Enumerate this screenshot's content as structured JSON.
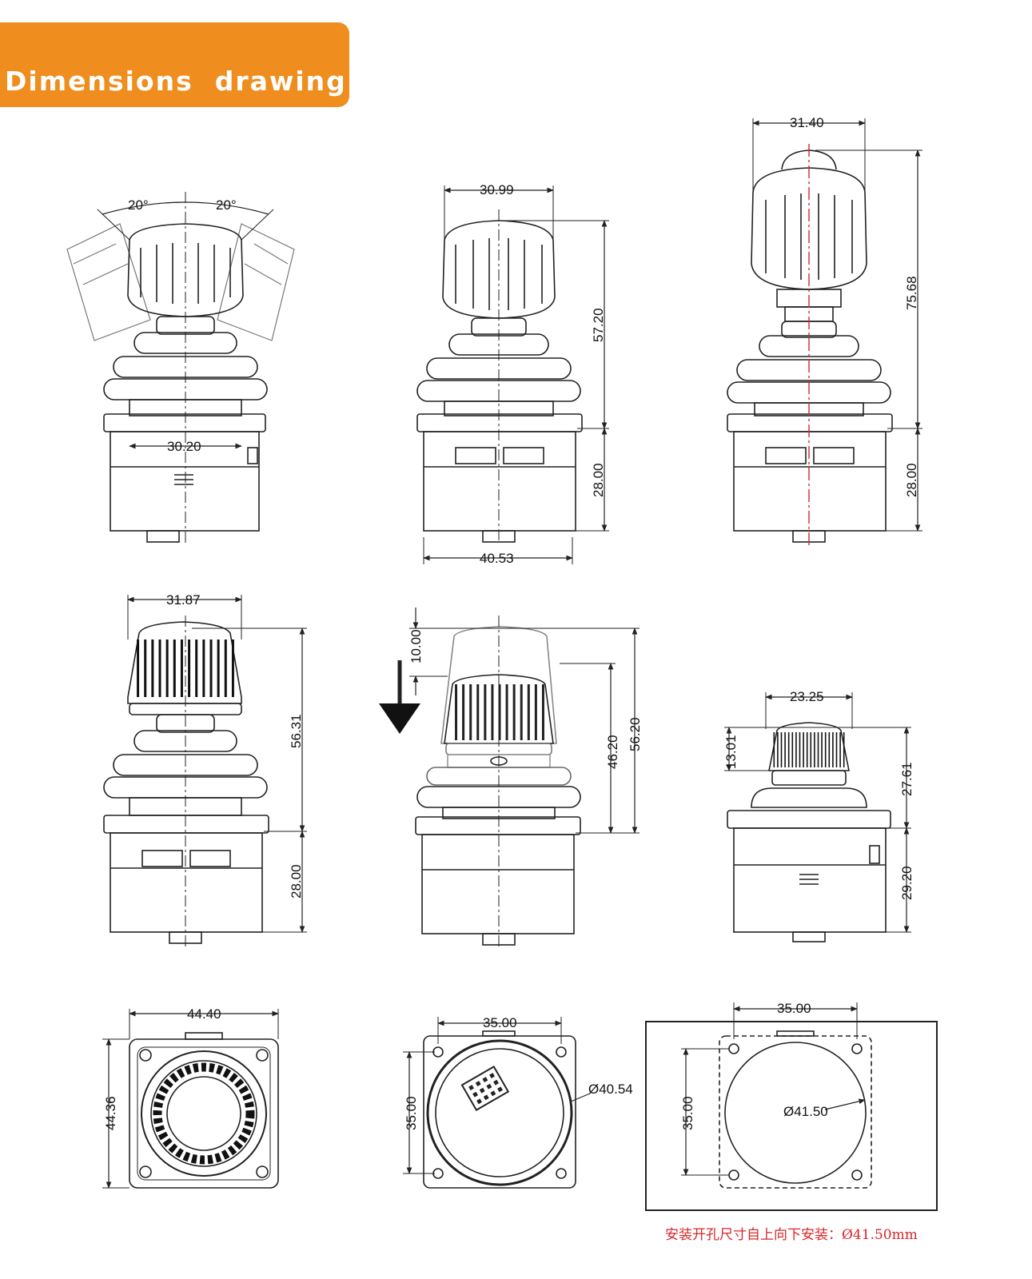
{
  "header": {
    "title": "Dimensions  drawing:",
    "accent": "#ef8e1e"
  },
  "views": {
    "tilt": {
      "angle_left": "20°",
      "angle_right": "20°",
      "base_width": "30.20"
    },
    "side": {
      "top_width": "30.99",
      "height": "57.20",
      "base_height": "28.00",
      "base_width": "40.53"
    },
    "tall": {
      "top_width": "31.40",
      "height": "75.68",
      "base_height": "28.00"
    },
    "ribbed": {
      "top_width": "31.87",
      "height": "56.31",
      "base_height": "28.00"
    },
    "push": {
      "travel": "10.00",
      "inner_height": "46.20",
      "outer_height": "56.20"
    },
    "small": {
      "top_width": "23.25",
      "knob_height": "13.01",
      "height": "27.61",
      "base_height": "29.20"
    },
    "top": {
      "width": "44.40",
      "height": "44.36"
    },
    "bottom": {
      "width": "35.00",
      "height": "35.00",
      "diameter": "Ø40.54"
    },
    "cutout": {
      "width": "35.00",
      "height": "35.00",
      "diameter": "Ø41.50",
      "caption": "安装开孔尺寸自上向下安装：Ø41.50mm",
      "caption_color": "#d9262a"
    }
  }
}
